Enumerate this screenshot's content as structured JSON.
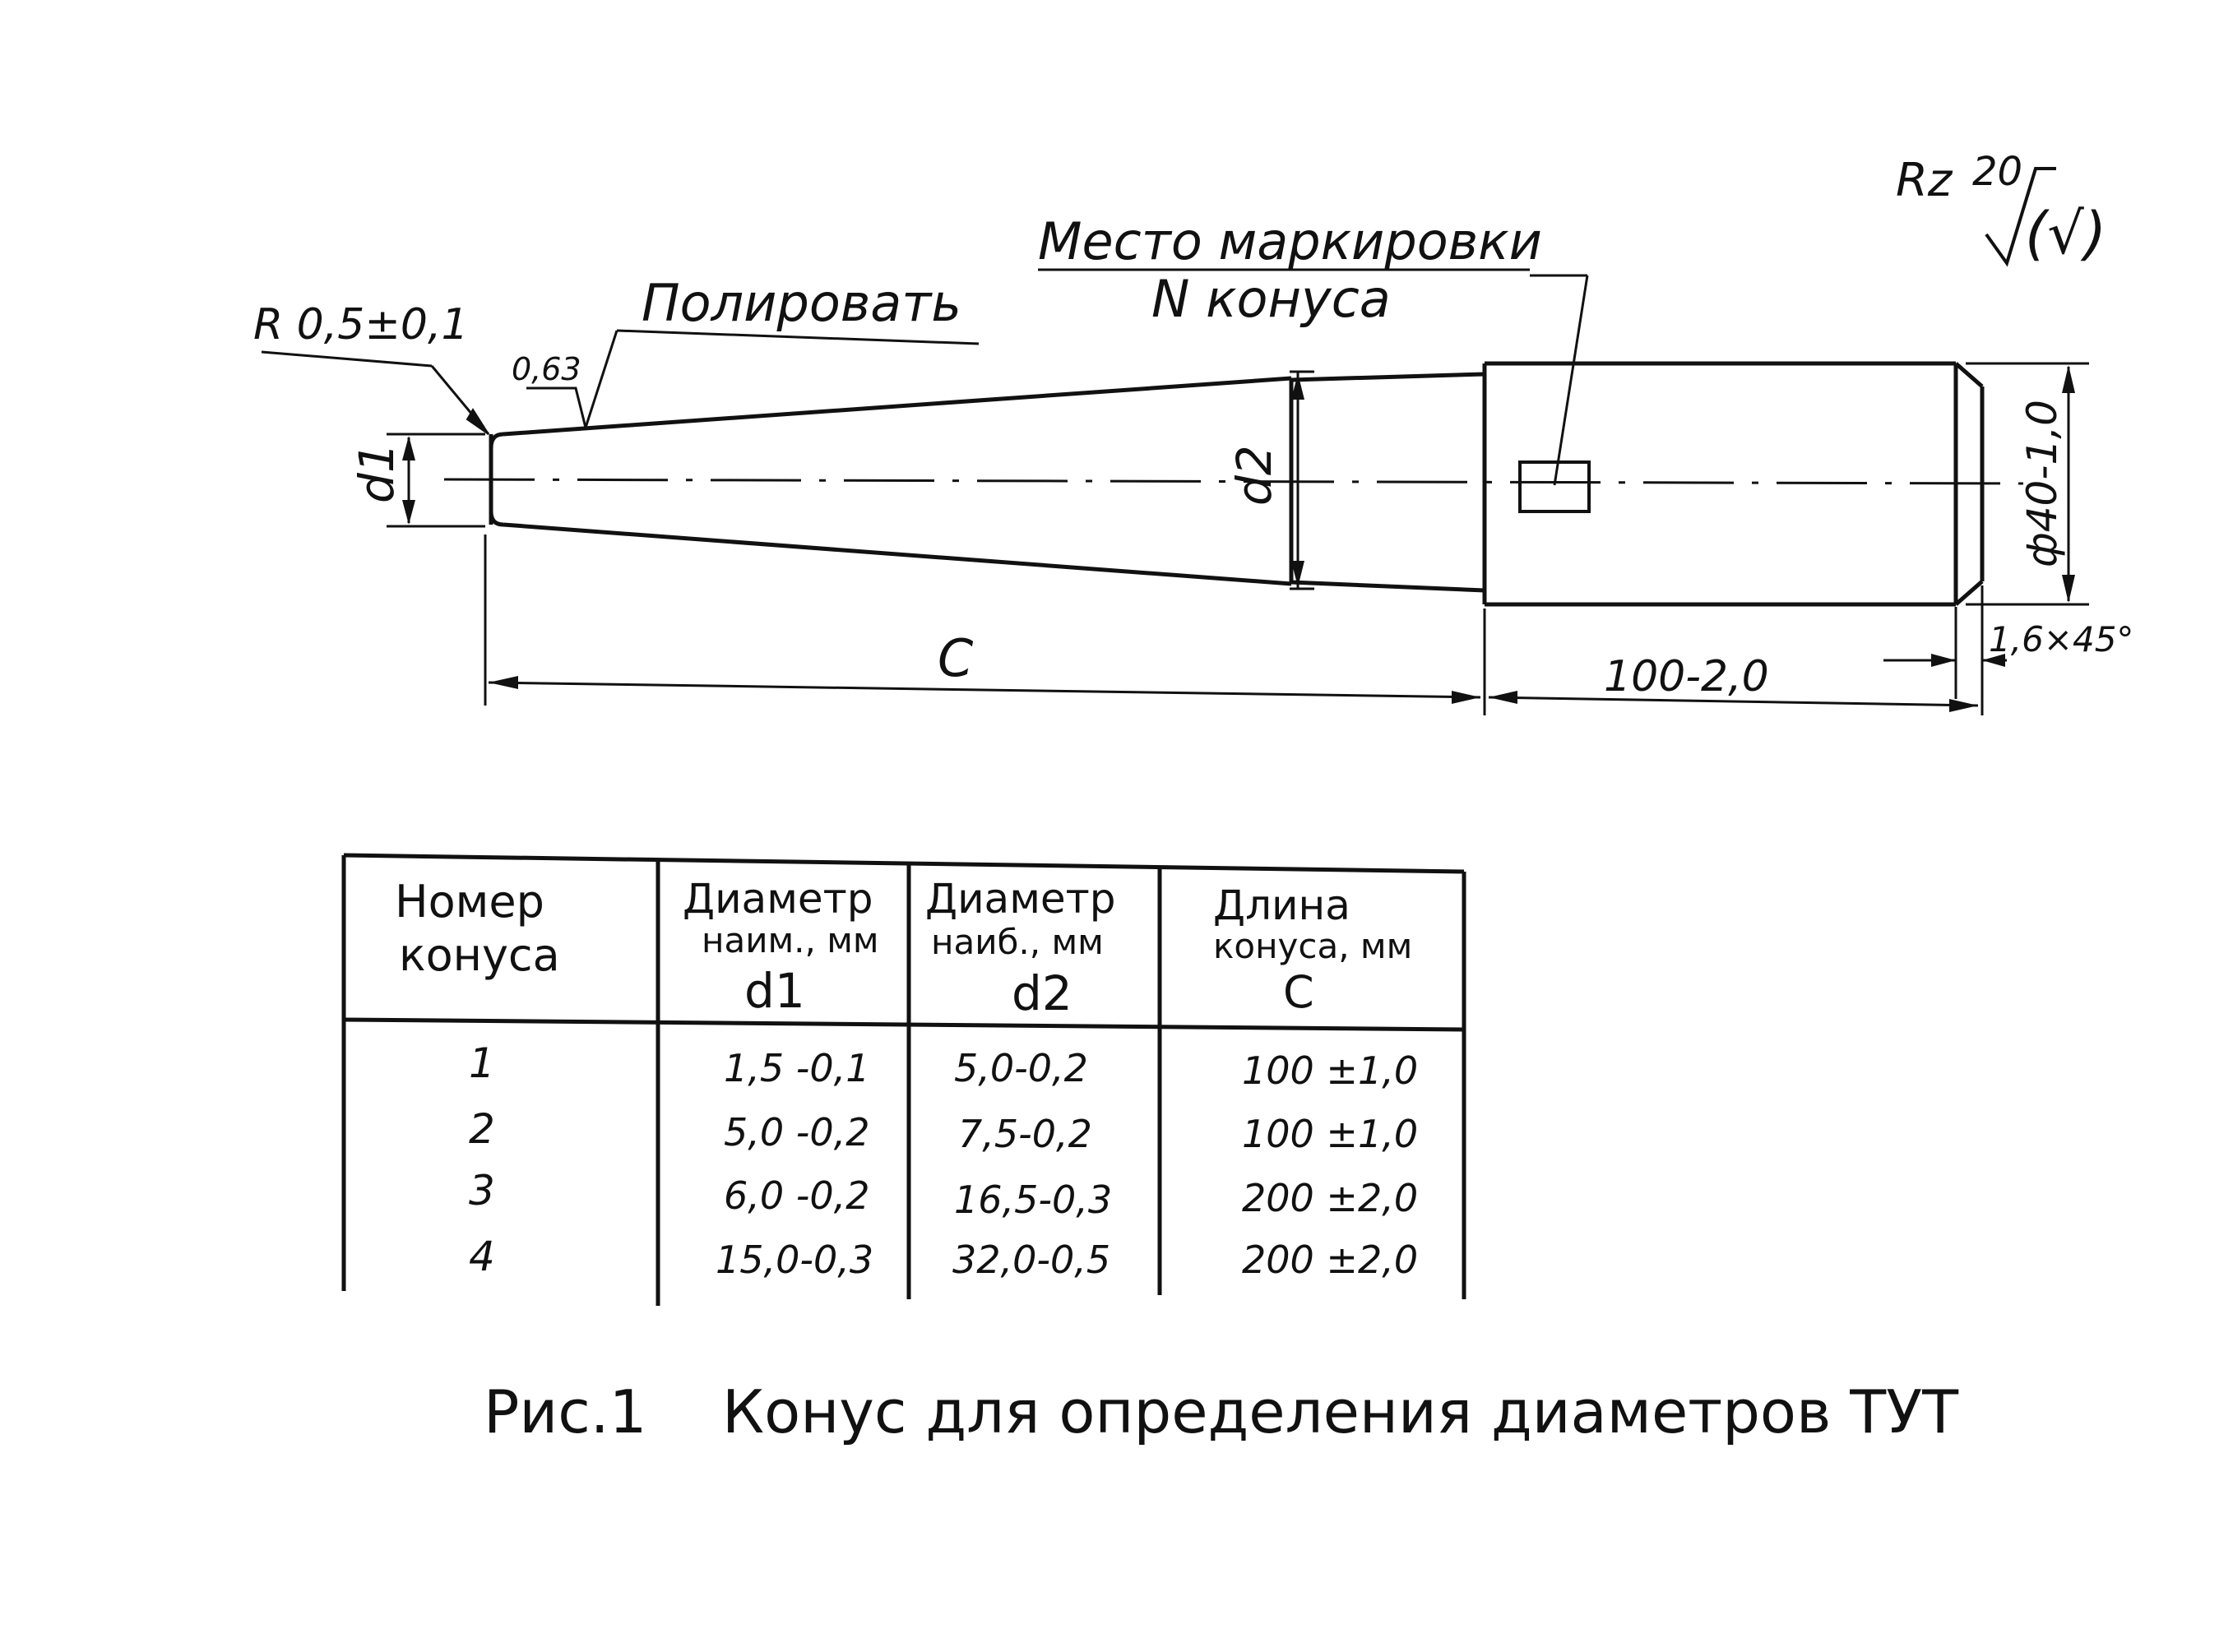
{
  "drawing": {
    "roughness_symbol": {
      "prefix": "Rz",
      "value": "20",
      "suffix": "(√)"
    },
    "marking_label": {
      "line1": "Место маркировки",
      "line2": "N конуса"
    },
    "polish_label": "Полировать",
    "polish_roughness": "0,63",
    "radius_label": "R 0,5±0,1",
    "d1_label": "d1",
    "d2_label": "d2",
    "diameter_label": "ф40-1,0",
    "chamfer_label": "1,6×45°",
    "length_c_label": "C",
    "length_100_label": "100-2,0"
  },
  "table": {
    "headers": [
      {
        "line1": "Номер",
        "line2": "конуса",
        "line3": ""
      },
      {
        "line1": "Диаметр",
        "line2": "наим., мм",
        "line3": "d1"
      },
      {
        "line1": "Диаметр",
        "line2": "наиб., мм",
        "line3": "d2"
      },
      {
        "line1": "Длина",
        "line2": "конуса, мм",
        "line3": "С"
      }
    ],
    "rows": [
      [
        "1",
        "1,5 -0,1",
        "5,0-0,2",
        "100 ±1,0"
      ],
      [
        "2",
        "5,0 -0,2",
        "7,5-0,2",
        "100 ±1,0"
      ],
      [
        "3",
        "6,0 -0,2",
        "16,5-0,3",
        "200 ±2,0"
      ],
      [
        "4",
        "15,0-0,3",
        "32,0-0,5",
        "200 ±2,0"
      ]
    ]
  },
  "caption": "Рис.1    Конус для определения диаметров ТУТ"
}
